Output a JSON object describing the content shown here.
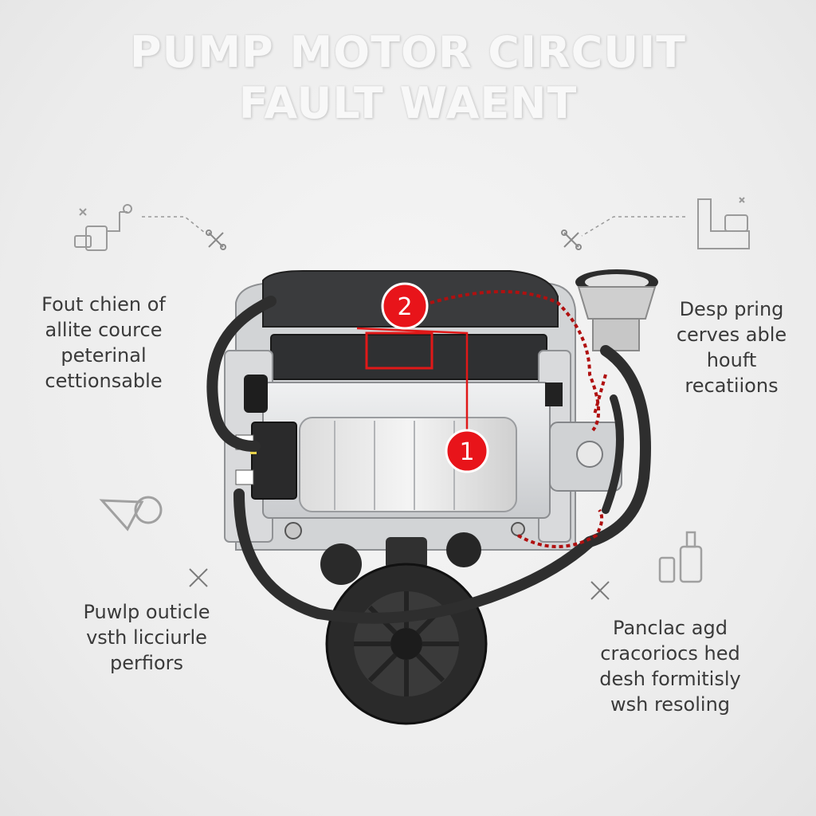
{
  "title": {
    "line1": "PUMP MOTOR CIRCUIT",
    "line2": "FAULT WAENT"
  },
  "callouts": {
    "top_left": [
      "Fout chien of",
      "allite cource",
      "peterinal",
      "cettionsable"
    ],
    "top_right": [
      "Desp pring",
      "cerves able",
      "houft",
      "recatiions"
    ],
    "bottom_left": [
      "Puwlp outicle",
      "vsth licciurle",
      "perfiors"
    ],
    "bottom_right": [
      "Panclac agd",
      "cracoriocs hed",
      "desh formitisly",
      "wsh resoling"
    ]
  },
  "markers": [
    {
      "label": "1",
      "color": "#e8141a"
    },
    {
      "label": "2",
      "color": "#e8141a"
    }
  ],
  "colors": {
    "fault_red": "#e01818",
    "hose": "#2e2e2e",
    "body": "#d6d8da",
    "icon_grey": "#9a9a9a"
  }
}
